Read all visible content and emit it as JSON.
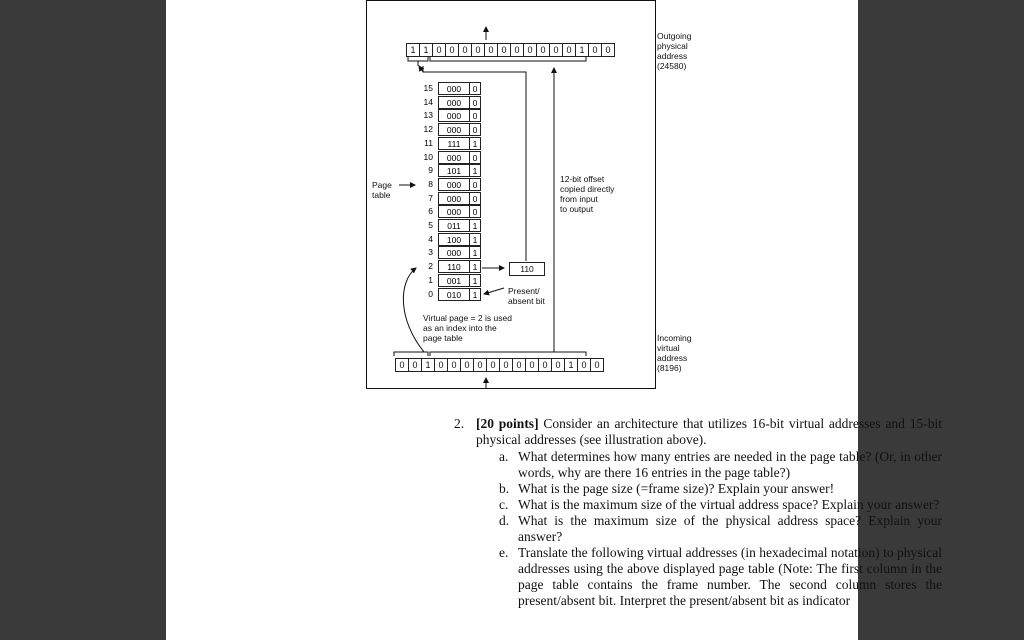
{
  "figure": {
    "outgoing_bits": [
      "1",
      "1",
      "0",
      "0",
      "0",
      "0",
      "0",
      "0",
      "0",
      "0",
      "0",
      "0",
      "0",
      "1",
      "0",
      "0"
    ],
    "incoming_bits": [
      "0",
      "0",
      "1",
      "0",
      "0",
      "0",
      "0",
      "0",
      "0",
      "0",
      "0",
      "0",
      "0",
      "1",
      "0",
      "0"
    ],
    "outgoing_label": [
      "Outgoing",
      "physical",
      "address",
      "(24580)"
    ],
    "incoming_label": [
      "Incoming",
      "virtual",
      "address",
      "(8196)"
    ],
    "page_table_label": [
      "Page",
      "table"
    ],
    "offset_note": [
      "12-bit offset",
      "copied directly",
      "from input",
      "to output"
    ],
    "present_note": [
      "Present/",
      "absent bit"
    ],
    "virtual_page_note": [
      "Virtual page = 2 is used",
      "as an index into the",
      "page table"
    ],
    "selected_frame": "110",
    "page_table": [
      {
        "index": "15",
        "frame": "000",
        "present": "0"
      },
      {
        "index": "14",
        "frame": "000",
        "present": "0"
      },
      {
        "index": "13",
        "frame": "000",
        "present": "0"
      },
      {
        "index": "12",
        "frame": "000",
        "present": "0"
      },
      {
        "index": "11",
        "frame": "111",
        "present": "1"
      },
      {
        "index": "10",
        "frame": "000",
        "present": "0"
      },
      {
        "index": "9",
        "frame": "101",
        "present": "1"
      },
      {
        "index": "8",
        "frame": "000",
        "present": "0"
      },
      {
        "index": "7",
        "frame": "000",
        "present": "0"
      },
      {
        "index": "6",
        "frame": "000",
        "present": "0"
      },
      {
        "index": "5",
        "frame": "011",
        "present": "1"
      },
      {
        "index": "4",
        "frame": "100",
        "present": "1"
      },
      {
        "index": "3",
        "frame": "000",
        "present": "1"
      },
      {
        "index": "2",
        "frame": "110",
        "present": "1"
      },
      {
        "index": "1",
        "frame": "001",
        "present": "1"
      },
      {
        "index": "0",
        "frame": "010",
        "present": "1"
      }
    ]
  },
  "question": {
    "number": "2.",
    "points": "[20 points]",
    "stem": " Consider an architecture that utilizes 16-bit virtual addresses and 15-bit physical addresses (see illustration above).",
    "items": [
      {
        "letter": "a.",
        "text": "What determines how many entries are needed in the page table? (Or, in other words, why are there 16 entries in the page table?)"
      },
      {
        "letter": "b.",
        "text": "What is the page size (=frame size)? Explain your answer!"
      },
      {
        "letter": "c.",
        "text": "What is the maximum size of the virtual address space? Explain your answer?"
      },
      {
        "letter": "d.",
        "text": "What is the maximum size of the physical address space? Explain your answer?"
      },
      {
        "letter": "e.",
        "text": "Translate the following virtual addresses (in hexadecimal notation) to physical addresses using the above displayed page table (Note: The first column in the page table contains the frame number. The second column stores the present/absent bit. Interpret the present/absent bit as indicator"
      }
    ]
  }
}
